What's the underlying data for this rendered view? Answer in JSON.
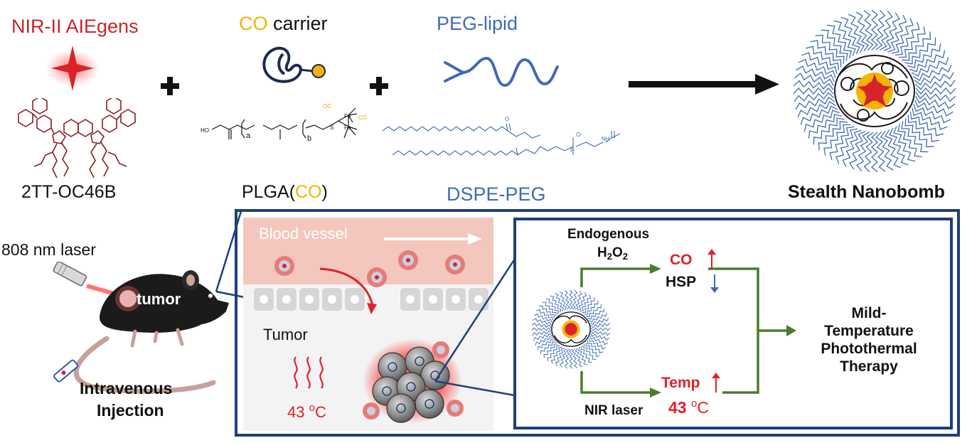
{
  "top": {
    "aiegens": {
      "label": "NIR-II AIEgens",
      "molecule": "2TT-OC46B"
    },
    "co_carrier": {
      "label_co": "CO",
      "label_rest": " carrier",
      "polymer_prefix": "PLGA(",
      "polymer_co": "CO",
      "polymer_suffix": ")"
    },
    "peg": {
      "label": "PEG-lipid",
      "molecule": "DSPE-PEG"
    },
    "product": {
      "label": "Stealth Nanobomb"
    },
    "structure_labels": {
      "a": "a",
      "b": "b",
      "ho": "HO",
      "s": "S",
      "fe": "Fe",
      "co": "OC",
      "co2": "CO",
      "o": "O",
      "p": "P",
      "nh": "NH",
      "oneg": "O-"
    }
  },
  "mouse": {
    "laser": "808 nm laser",
    "tumor": "tumor",
    "injection_line1": "Intravenous",
    "injection_line2": "Injection"
  },
  "vessel": {
    "blood_vessel": "Blood vessel",
    "tumor": "Tumor",
    "temp_value": "43 ",
    "temp_sup": "o",
    "temp_unit": "C"
  },
  "mechanism": {
    "endogenous": "Endogenous",
    "h2o2_h": "H",
    "h2o2_2a": "2",
    "h2o2_o": "O",
    "h2o2_2b": "2",
    "co": "CO",
    "hsp": "HSP",
    "nir": "NIR laser",
    "temp": "Temp",
    "temp_value": "43 ",
    "temp_sup": "o",
    "temp_unit": "C",
    "result_line1": "Mild-",
    "result_line2": "Temperature",
    "result_line3": "Photothermal",
    "result_line4": "Therapy"
  },
  "colors": {
    "red": "#c8242b",
    "orange": "#f5b400",
    "blue": "#3e6bb4",
    "navy": "#1f3f7a",
    "green": "#4a7c2f"
  }
}
